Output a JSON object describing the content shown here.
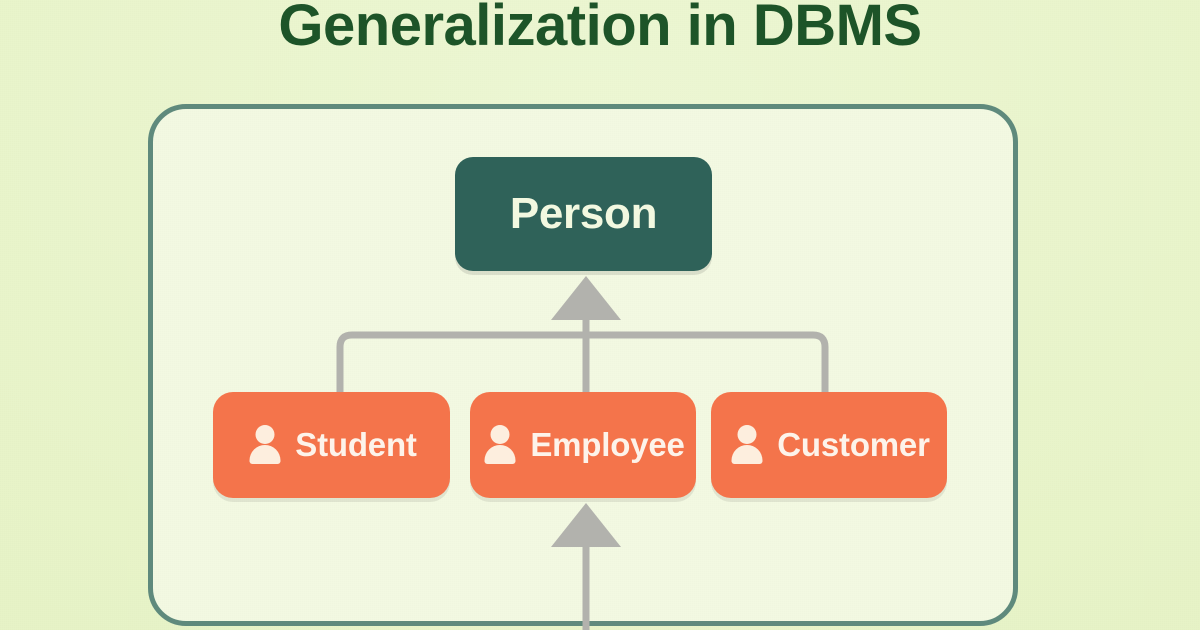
{
  "title": "Generalization in DBMS",
  "theme": {
    "background": "#eaf5cd",
    "panel_fill": "#f3f9e2",
    "panel_border": "#5f8a7d",
    "title_color": "#1d5428",
    "parent_fill": "#2f6259",
    "parent_text": "#f2f8e0",
    "child_fill": "#f4744b",
    "child_text": "#fdf3ea",
    "connector": "#b2b2ad"
  },
  "diagram": {
    "type": "generalization-hierarchy",
    "parent": {
      "label": "Person",
      "icon": "",
      "role": "superclass"
    },
    "children": [
      {
        "label": "Student",
        "icon": "person-icon",
        "role": "subclass"
      },
      {
        "label": "Employee",
        "icon": "person-icon",
        "role": "subclass"
      },
      {
        "label": "Customer",
        "icon": "person-icon",
        "role": "subclass"
      }
    ],
    "connectors": {
      "bus_label": "generalization-bus",
      "arrow_up_to_parent": "isa-arrow-to-person",
      "arrow_up_to_employee": "isa-arrow-to-employee"
    }
  }
}
